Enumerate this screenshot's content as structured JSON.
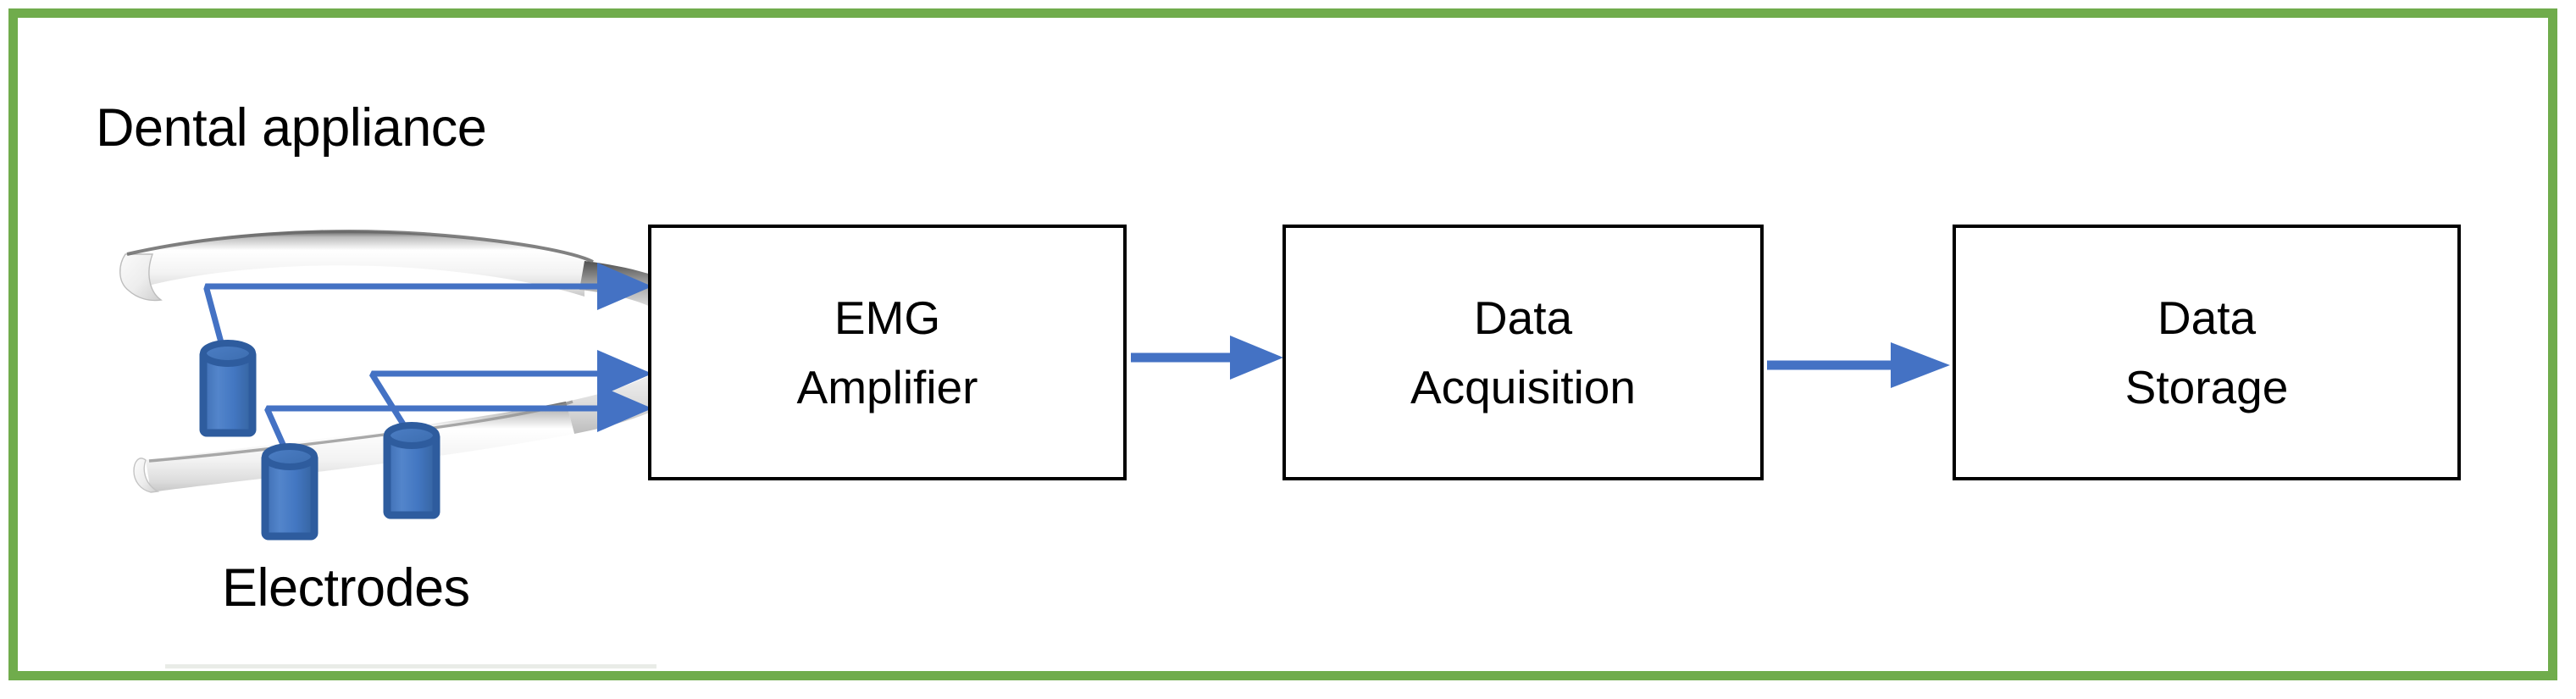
{
  "figure": {
    "title_label": "Dental appliance",
    "electrodes_label": "Electrodes",
    "frame_color": "#70ac4c",
    "arrow_color": "#4472c4",
    "box_border_color": "#000000",
    "electrode_body_color": "#4a7dc0",
    "electrode_outline_color": "#2e5c9e",
    "appliance_color": "#f2f2f2"
  },
  "blocks": [
    {
      "id": "emg-amplifier",
      "line1": "EMG",
      "line2": "Amplifier"
    },
    {
      "id": "data-acquisition",
      "line1": "Data",
      "line2": "Acquisition"
    },
    {
      "id": "data-storage",
      "line1": "Data",
      "line2": "Storage"
    }
  ],
  "connections": [
    {
      "from": "electrode-1",
      "to": "emg-amplifier",
      "style": "arrow"
    },
    {
      "from": "electrode-2",
      "to": "emg-amplifier",
      "style": "arrow"
    },
    {
      "from": "electrode-3",
      "to": "emg-amplifier",
      "style": "arrow"
    },
    {
      "from": "emg-amplifier",
      "to": "data-acquisition",
      "style": "arrow"
    },
    {
      "from": "data-acquisition",
      "to": "data-storage",
      "style": "arrow"
    }
  ],
  "electrodes": [
    {
      "id": "electrode-1",
      "label": ""
    },
    {
      "id": "electrode-2",
      "label": ""
    },
    {
      "id": "electrode-3",
      "label": ""
    }
  ]
}
